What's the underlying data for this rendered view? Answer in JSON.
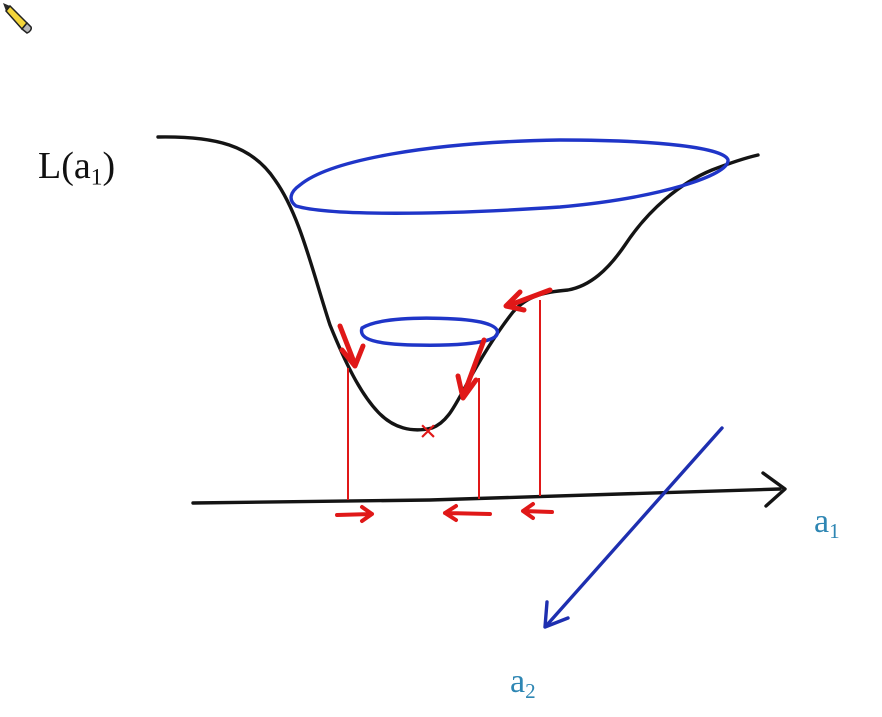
{
  "labels": {
    "loss_base": "L(a",
    "loss_sub": "1",
    "loss_close": ")",
    "axis1_base": "a",
    "axis1_sub": "1",
    "axis2_base": "a",
    "axis2_sub": "2"
  },
  "minimum_marker": "×",
  "icons": {
    "cursor": "pencil-cursor-icon"
  },
  "colors": {
    "curve": "#141414",
    "axis": "#141414",
    "contour": "#1f35c8",
    "gradient": "#e01818",
    "axis_label": "#2e86b3",
    "a2_axis": "#1e2fb0",
    "pencil_body": "#f4d63a"
  }
}
